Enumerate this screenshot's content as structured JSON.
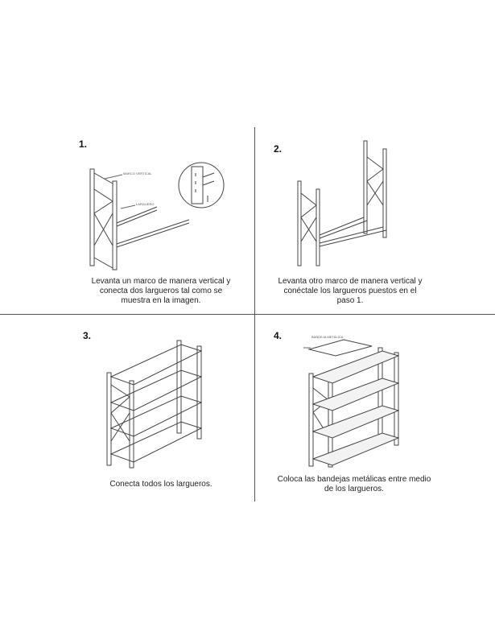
{
  "steps": [
    {
      "number": "1.",
      "caption": "Levanta un marco de manera vertical y\nconecta dos largueros tal como se\nmuestra en la imagen.",
      "callouts": [
        "MARCO VERTICAL",
        "LARGUERO"
      ]
    },
    {
      "number": "2.",
      "caption": "Levanta otro marco de manera vertical y\nconéctale los largueros puestos en el\npaso 1."
    },
    {
      "number": "3.",
      "caption": "Conecta todos los largueros."
    },
    {
      "number": "4.",
      "caption": "Coloca las bandejas metálicas entre medio\nde los largueros.",
      "callouts": [
        "BANDEJA METÁLICA"
      ]
    }
  ]
}
